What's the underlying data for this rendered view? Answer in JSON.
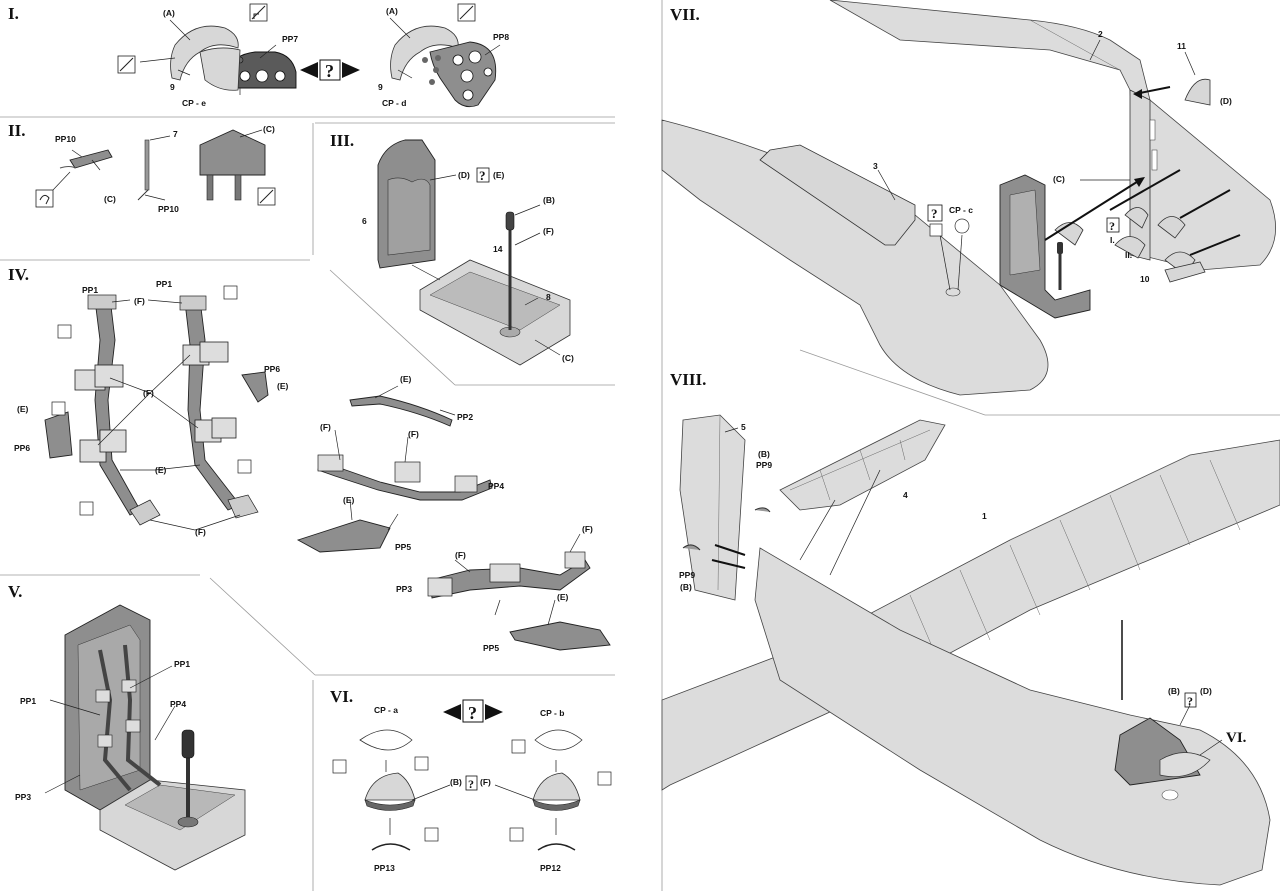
{
  "sections": {
    "I": "I.",
    "II": "II.",
    "III": "III.",
    "IV": "IV.",
    "V": "V.",
    "VI": "VI.",
    "VII": "VII.",
    "VIII": "VIII."
  },
  "step1": {
    "a_left": "(A)",
    "a_right": "(A)",
    "pp7": "PP7",
    "pp8": "PP8",
    "nine_left": "9",
    "nine_right": "9",
    "cp_e": "CP - e",
    "cp_d": "CP - d"
  },
  "step2": {
    "pp10_top": "PP10",
    "c_left": "(C)",
    "seven": "7",
    "pp10_bottom": "PP10",
    "c_right": "(C)"
  },
  "step3": {
    "d_e": "(D)",
    "e": "(E)",
    "b": "(B)",
    "f": "(F)",
    "six": "6",
    "fourteen": "14",
    "eight": "8",
    "c": "(C)"
  },
  "step4": {
    "pp1_left": "PP1",
    "pp1_right": "PP1",
    "f_top": "(F)",
    "f_mid": "(F)",
    "f_bottom": "(F)",
    "pp6_right": "PP6",
    "e_right": "(E)",
    "e_left": "(E)",
    "pp6_left": "PP6",
    "e_bottom": "(E)",
    "e_pp2": "(E)",
    "pp2": "PP2",
    "f_pp2": "(F)",
    "f_pp4": "(F)",
    "pp4": "PP4",
    "e_pp5": "(E)",
    "pp5_top": "PP5",
    "f_pp3_right": "(F)",
    "f_pp3": "(F)",
    "pp3": "PP3",
    "e_pp5b": "(E)",
    "pp5_bottom": "PP5"
  },
  "step5": {
    "pp1_right": "PP1",
    "pp1_left": "PP1",
    "pp4": "PP4",
    "pp3": "PP3"
  },
  "step6": {
    "cp_a": "CP - a",
    "cp_b": "CP - b",
    "b_f": "(B)",
    "f": "(F)",
    "pp13": "PP13",
    "pp12": "PP12"
  },
  "step7": {
    "two": "2",
    "eleven": "11",
    "d": "(D)",
    "three": "3",
    "cp_c": "CP - c",
    "c": "(C)",
    "i_ref": "I.",
    "ii_ref": "II.",
    "ten": "10"
  },
  "step8": {
    "five": "5",
    "b_pp9_top": "(B)",
    "pp9_top": "PP9",
    "four": "4",
    "one": "1",
    "pp9_bottom": "PP9",
    "b_bottom": "(B)",
    "b_d": "(B)",
    "d": "(D)",
    "vi_ref": "VI."
  }
}
